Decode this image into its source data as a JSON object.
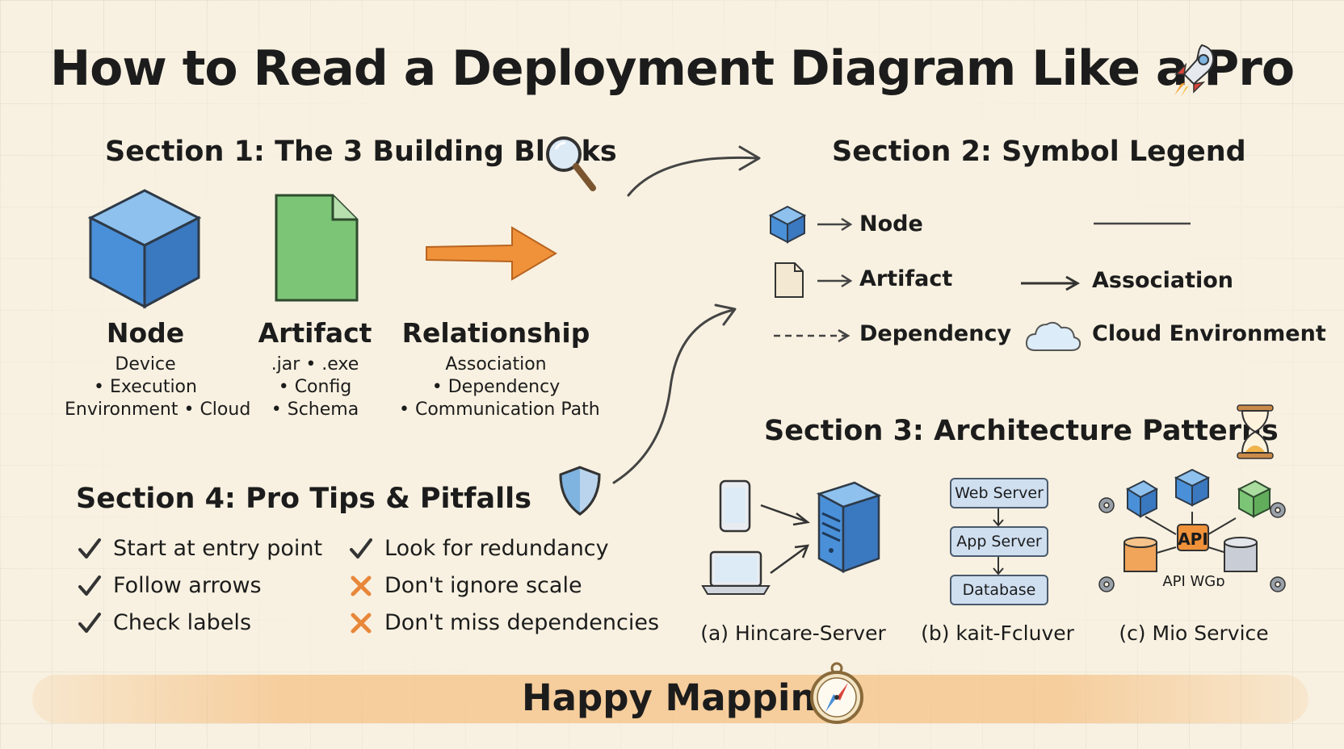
{
  "title": "How to Read a Deployment Diagram Like a Pro",
  "section1": {
    "heading": "Section 1: The 3 Building Blocks",
    "blocks": [
      {
        "name": "Node",
        "lines": [
          "Device",
          "• Execution",
          "Environment • Cloud"
        ]
      },
      {
        "name": "Artifact",
        "lines": [
          ".jar • .exe",
          "• Config",
          "• Schema"
        ]
      },
      {
        "name": "Relationship",
        "lines": [
          "Association",
          "• Dependency",
          "• Communication Path"
        ]
      }
    ]
  },
  "section2": {
    "heading": "Section 2: Symbol Legend",
    "items": {
      "node": "Node",
      "artifact": "Artifact",
      "dependency": "Dependency",
      "association": "Association",
      "cloud": "Cloud Environment"
    }
  },
  "section3": {
    "heading": "Section 3: Architecture Patterns",
    "stack": [
      "Web Server",
      "App Server",
      "Database"
    ],
    "api_label": "API",
    "api_caption": "API WGɒ",
    "captions": [
      "(a) Hincare-Server",
      "(b) kait-Fcluver",
      "(c) Mio Service"
    ]
  },
  "section4": {
    "heading": "Section 4: Pro Tips & Pitfalls",
    "tips_left": [
      "Start at entry point",
      "Follow arrows",
      "Check labels"
    ],
    "tips_right": [
      {
        "text": "Look for redundancy",
        "type": "check"
      },
      {
        "text": "Don't ignore scale",
        "type": "cross"
      },
      {
        "text": "Don't miss dependencies",
        "type": "cross"
      }
    ]
  },
  "footer": "Happy Mapping!",
  "colors": {
    "node_blue": "#4a90d9",
    "artifact_green": "#7cc576",
    "arrow_orange": "#f0923a",
    "cross_orange": "#e8873a"
  },
  "icons": [
    "rocket-icon",
    "magnifier-icon",
    "shield-icon",
    "hourglass-icon",
    "compass-icon",
    "check-icon",
    "cross-icon",
    "cloud-icon",
    "phone-icon",
    "laptop-icon",
    "server-icon",
    "gear-icon"
  ]
}
